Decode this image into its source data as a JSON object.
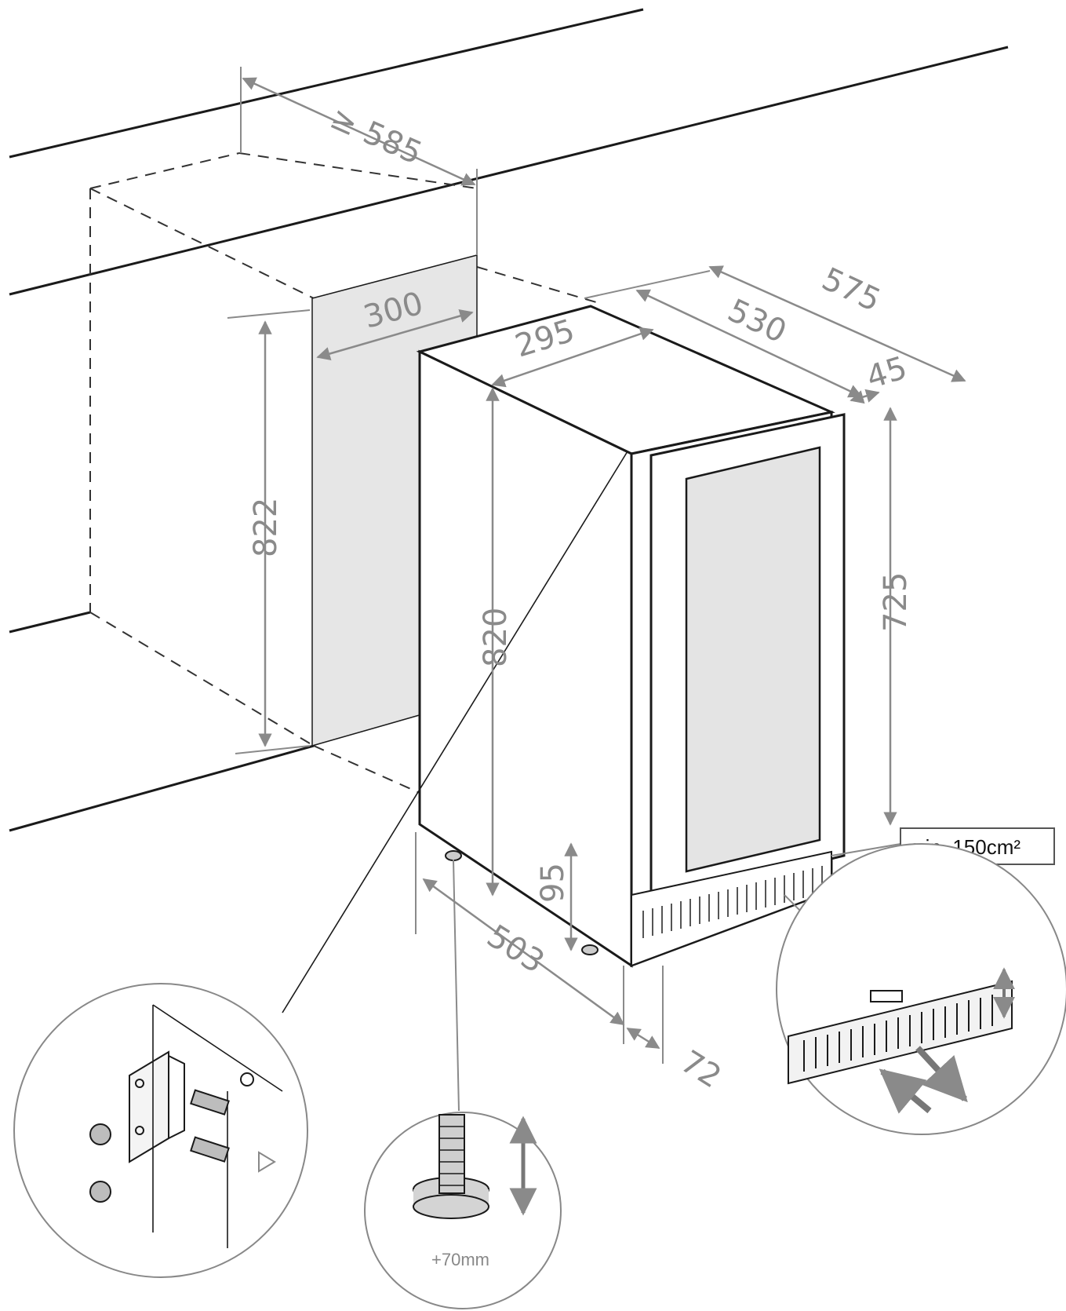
{
  "dimensions": {
    "niche_depth": "≥ 585",
    "niche_width": "300",
    "niche_height": "822",
    "unit_width": "295",
    "unit_depth_body": "530",
    "unit_depth_total": "575",
    "door_depth": "45",
    "unit_height": "820",
    "door_height": "725",
    "plinth_height": "95",
    "foot_depth": "503",
    "plinth_depth": "72"
  },
  "labels": {
    "ventilation": "min. 150cm²",
    "foot_adjust": "+70mm"
  },
  "colors": {
    "line": "#1a1a1a",
    "dimension": "#8a8a8a",
    "niche_fill": "#e6e6e6"
  }
}
